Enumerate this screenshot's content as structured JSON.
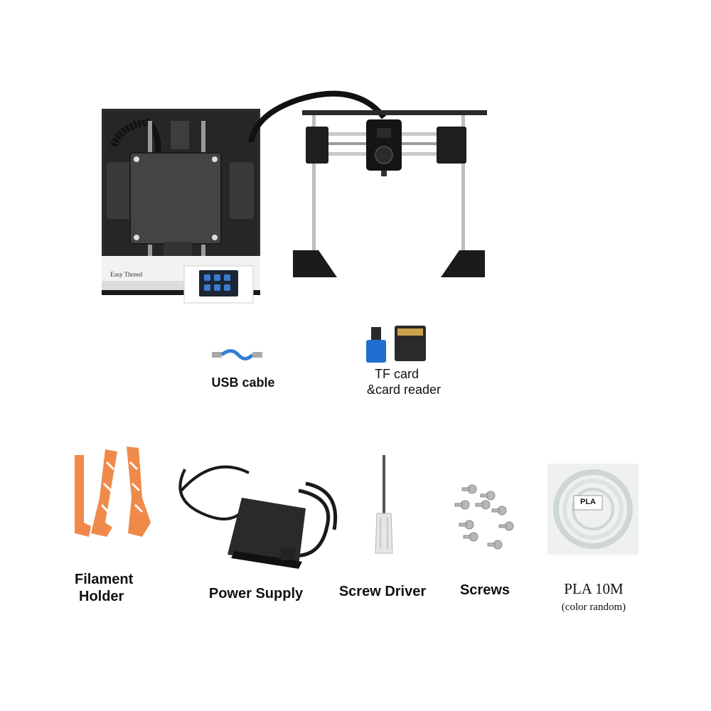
{
  "printer": {
    "brand_plate": "Easy Threed"
  },
  "accessories": {
    "usb_cable": "USB cable",
    "tf_card_line1": "TF card",
    "tf_card_line2": "&card reader",
    "filament_holder_line1": "Filament",
    "filament_holder_line2": "Holder",
    "power_supply": "Power Supply",
    "screw_driver": "Screw Driver",
    "screws": "Screws",
    "pla_line1": "PLA 10M",
    "pla_line2": "(color random)",
    "pla_tag": "PLA"
  },
  "colors": {
    "printer_body": "#2b2b2b",
    "filament_holder": "#f08a4b",
    "usb_cable": "#2f7fd6",
    "card_reader": "#1f6fd0"
  }
}
